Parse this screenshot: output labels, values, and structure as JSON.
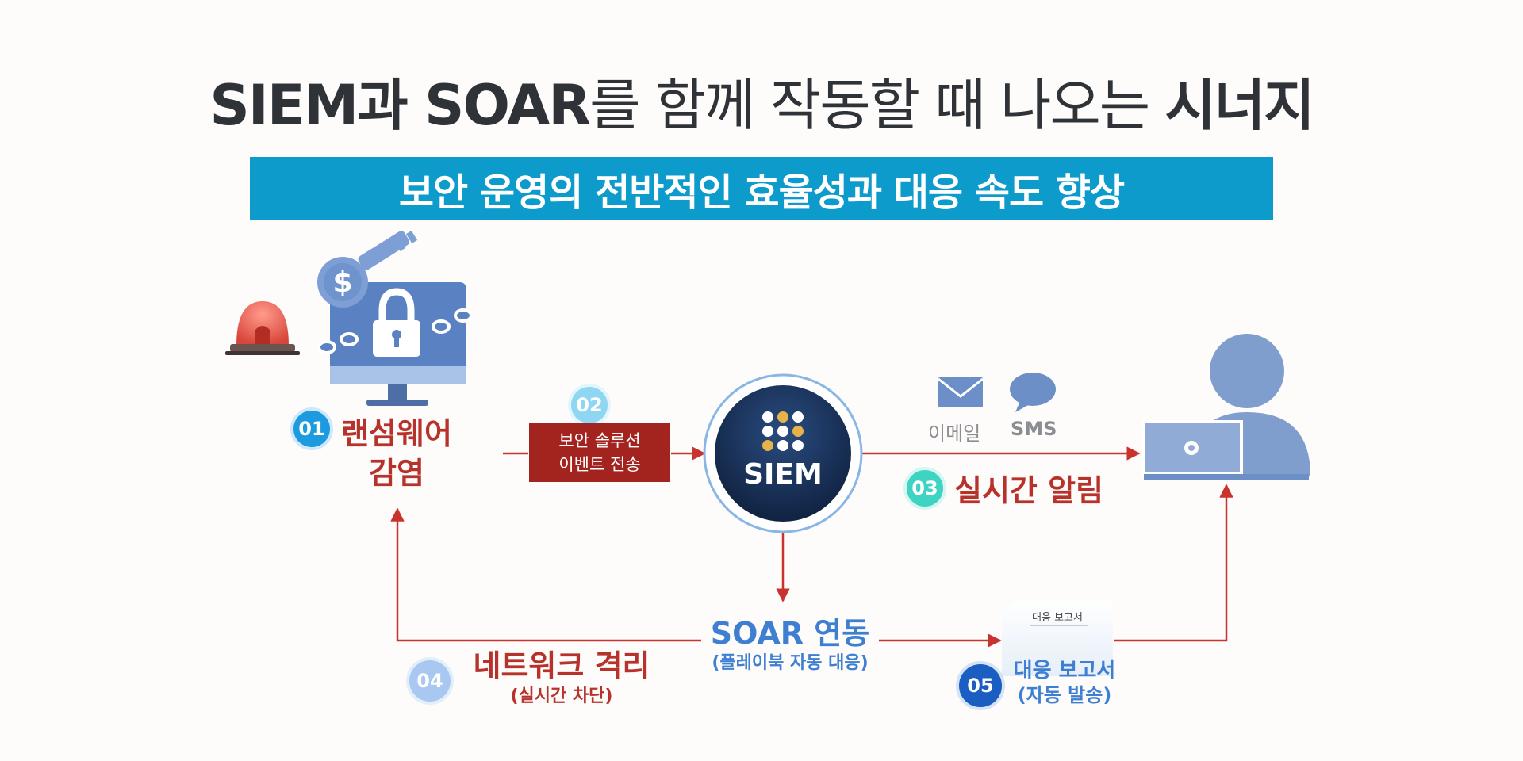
{
  "header": {
    "title_bold_1": "SIEM과 SOAR",
    "title_light": "를 함께 작동할 때 나오는 ",
    "title_bold_2": "시너지",
    "banner": "보안 운영의 전반적인 효율성과 대응 속도 향상"
  },
  "steps": [
    {
      "number": "01",
      "label_line1": "랜섬웨어",
      "label_line2": "감염",
      "color": "#1e9be0"
    },
    {
      "number": "02",
      "label_line1": "보안 솔루션",
      "label_line2": "이벤트 전송",
      "color": "#8fd6f2"
    },
    {
      "number": "03",
      "label_line1": "실시간 알림",
      "color": "#3fd3c4"
    },
    {
      "number": "04",
      "label_line1": "네트워크 격리",
      "label_line2": "(실시간 차단)",
      "color": "#a9c8f1"
    },
    {
      "number": "05",
      "label_line1": "대응 보고서",
      "label_line2": "(자동 발송)",
      "color": "#1a5ec2"
    }
  ],
  "siem": {
    "label": "SIEM"
  },
  "soar": {
    "label": "SOAR 연동",
    "sublabel": "(플레이북 자동 대응)"
  },
  "alerts": {
    "email": "이메일",
    "sms": "SMS"
  },
  "report_doc": {
    "title": "대응 보고서"
  },
  "icons": {
    "ransomware": "locked-monitor-icon",
    "key": "dollar-key-icon",
    "alarm": "siren-icon",
    "user": "user-laptop-icon",
    "email": "envelope-icon",
    "sms": "chat-bubble-icon",
    "report": "document-icon"
  },
  "colors": {
    "accent_red": "#b8322c",
    "accent_blue": "#3f7fd1",
    "banner": "#0d9bcc",
    "siem_navy": "#142a4d",
    "icon_blue": "#5b82c0"
  }
}
